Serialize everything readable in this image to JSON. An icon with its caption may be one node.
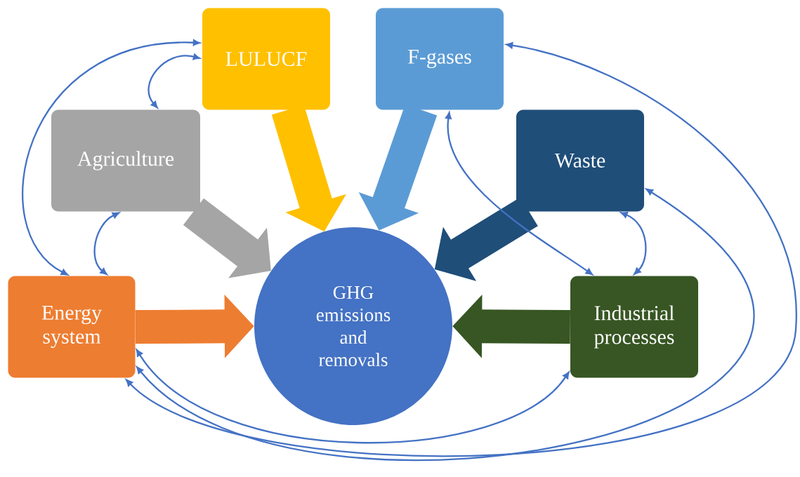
{
  "diagram": {
    "nodes": [
      {
        "text": [
          "LULUCF"
        ]
      },
      {
        "text": [
          "F-gases"
        ]
      },
      {
        "text": [
          "Agriculture"
        ]
      },
      {
        "text": [
          "Waste"
        ]
      },
      {
        "text": [
          "Energy system"
        ]
      },
      {
        "text": [
          "GHG emissions and removals"
        ]
      },
      {
        "text": [
          "Industrial processes"
        ]
      }
    ],
    "edges": [
      {
        "from": 0,
        "to": 5,
        "arrow": "to",
        "style": "thick",
        "color": "#ffc000"
      },
      {
        "from": 1,
        "to": 5,
        "arrow": "to",
        "style": "thick",
        "color": "#5b9bd5"
      },
      {
        "from": 2,
        "to": 5,
        "arrow": "to",
        "style": "thick",
        "color": "#a5a5a5"
      },
      {
        "from": 3,
        "to": 5,
        "arrow": "to",
        "style": "thick",
        "color": "#1f4e79"
      },
      {
        "from": 4,
        "to": 5,
        "arrow": "to",
        "style": "thick",
        "color": "#ed7d31"
      },
      {
        "from": 6,
        "to": 5,
        "arrow": "to",
        "style": "thick",
        "color": "#375623"
      },
      {
        "from": 0,
        "to": 4,
        "arrow": "both"
      },
      {
        "from": 0,
        "to": 2,
        "arrow": "both"
      },
      {
        "from": 2,
        "to": 4,
        "arrow": "both"
      },
      {
        "from": 1,
        "to": 6,
        "arrow": "both"
      },
      {
        "from": 3,
        "to": 6,
        "arrow": "both"
      },
      {
        "from": 4,
        "to": 6,
        "arrow": "both"
      },
      {
        "from": 4,
        "to": 3,
        "arrow": "both"
      },
      {
        "from": 4,
        "to": 1,
        "arrow": "both"
      }
    ]
  }
}
